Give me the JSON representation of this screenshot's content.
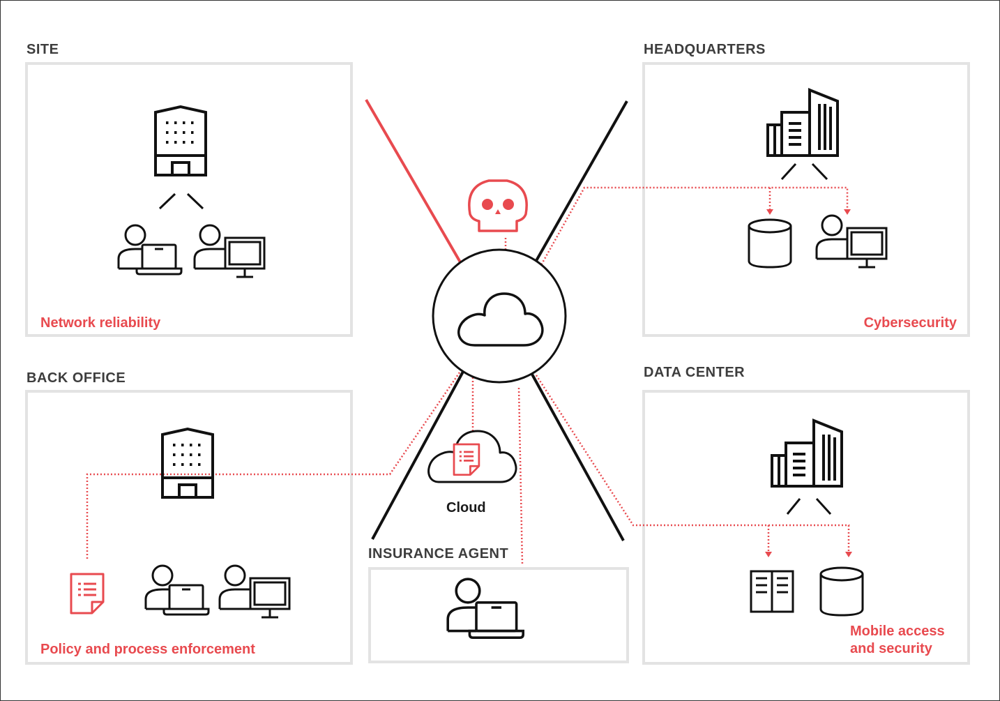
{
  "colors": {
    "accent": "#e84a4f",
    "ink": "#111111",
    "panel_border": "#e3e3e3",
    "section_title": "#3d3d3d"
  },
  "sections": {
    "site": {
      "title": "SITE",
      "feature": [
        "Network reliability"
      ]
    },
    "headquarters": {
      "title": "HEADQUARTERS",
      "feature": [
        "Cybersecurity"
      ]
    },
    "back_office": {
      "title": "BACK OFFICE",
      "feature": [
        "Policy and process enforcement"
      ]
    },
    "data_center": {
      "title": "DATA CENTER",
      "feature": [
        "Mobile access",
        "and security"
      ]
    },
    "insurance_agent": {
      "title": "INSURANCE AGENT"
    }
  },
  "center": {
    "hub_icon": "cloud-icon",
    "threat_icon": "skull-icon",
    "cloud_caption": "Cloud",
    "cloud_icon": "cloud-document-icon"
  },
  "icons": {
    "site": [
      "building-icon",
      "user-laptop-icon",
      "user-desktop-icon"
    ],
    "headquarters": [
      "office-towers-icon",
      "database-icon",
      "user-desktop-icon"
    ],
    "back_office": [
      "building-icon",
      "document-icon",
      "user-laptop-icon",
      "user-desktop-icon"
    ],
    "data_center": [
      "office-towers-icon",
      "server-rack-icon",
      "database-icon"
    ],
    "insurance_agent": [
      "user-laptop-icon"
    ]
  }
}
